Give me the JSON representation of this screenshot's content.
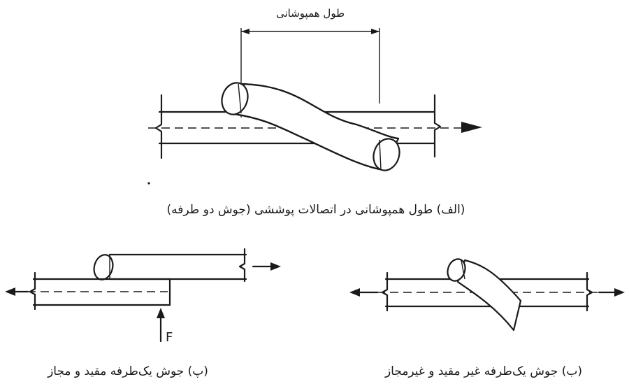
{
  "labels": {
    "overlap_length": "طول همپوشانی",
    "caption_a": "(الف) طول همپوشانی در اتصالات پوششی (جوش دو طرفه)",
    "caption_b": "(ب) جوش یک‌طرفه غیر مقید و غیرمجاز",
    "caption_p": "(پ) جوش یک‌طرفه مقید و مجاز",
    "force": "F"
  },
  "colors": {
    "ink": "#1a1a1a",
    "background": "#ffffff"
  }
}
